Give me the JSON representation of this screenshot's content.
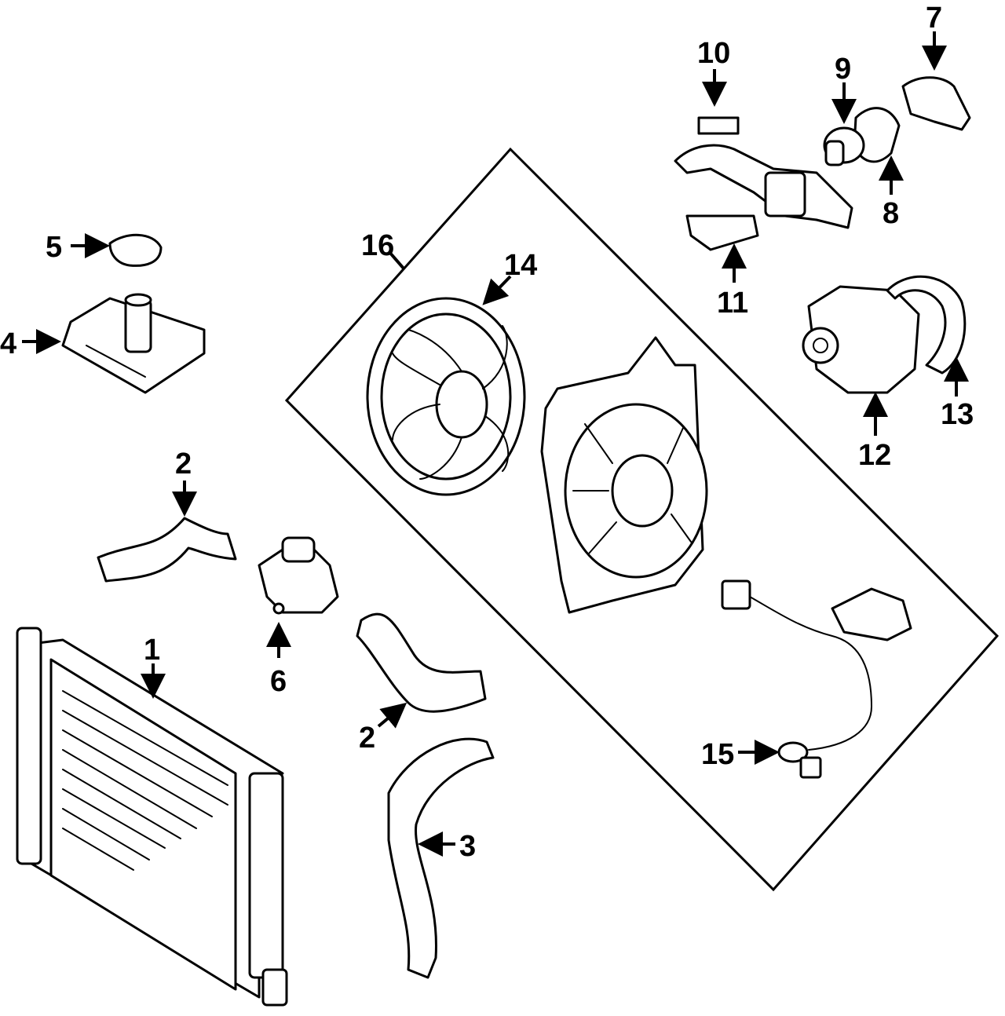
{
  "callouts": {
    "c1": "1",
    "c2a": "2",
    "c2b": "2",
    "c3": "3",
    "c4": "4",
    "c5": "5",
    "c6": "6",
    "c7": "7",
    "c8": "8",
    "c9": "9",
    "c10": "10",
    "c11": "11",
    "c12": "12",
    "c13": "13",
    "c14": "14",
    "c15": "15",
    "c16": "16"
  },
  "colors": {
    "ink": "#000000",
    "background": "#ffffff"
  }
}
